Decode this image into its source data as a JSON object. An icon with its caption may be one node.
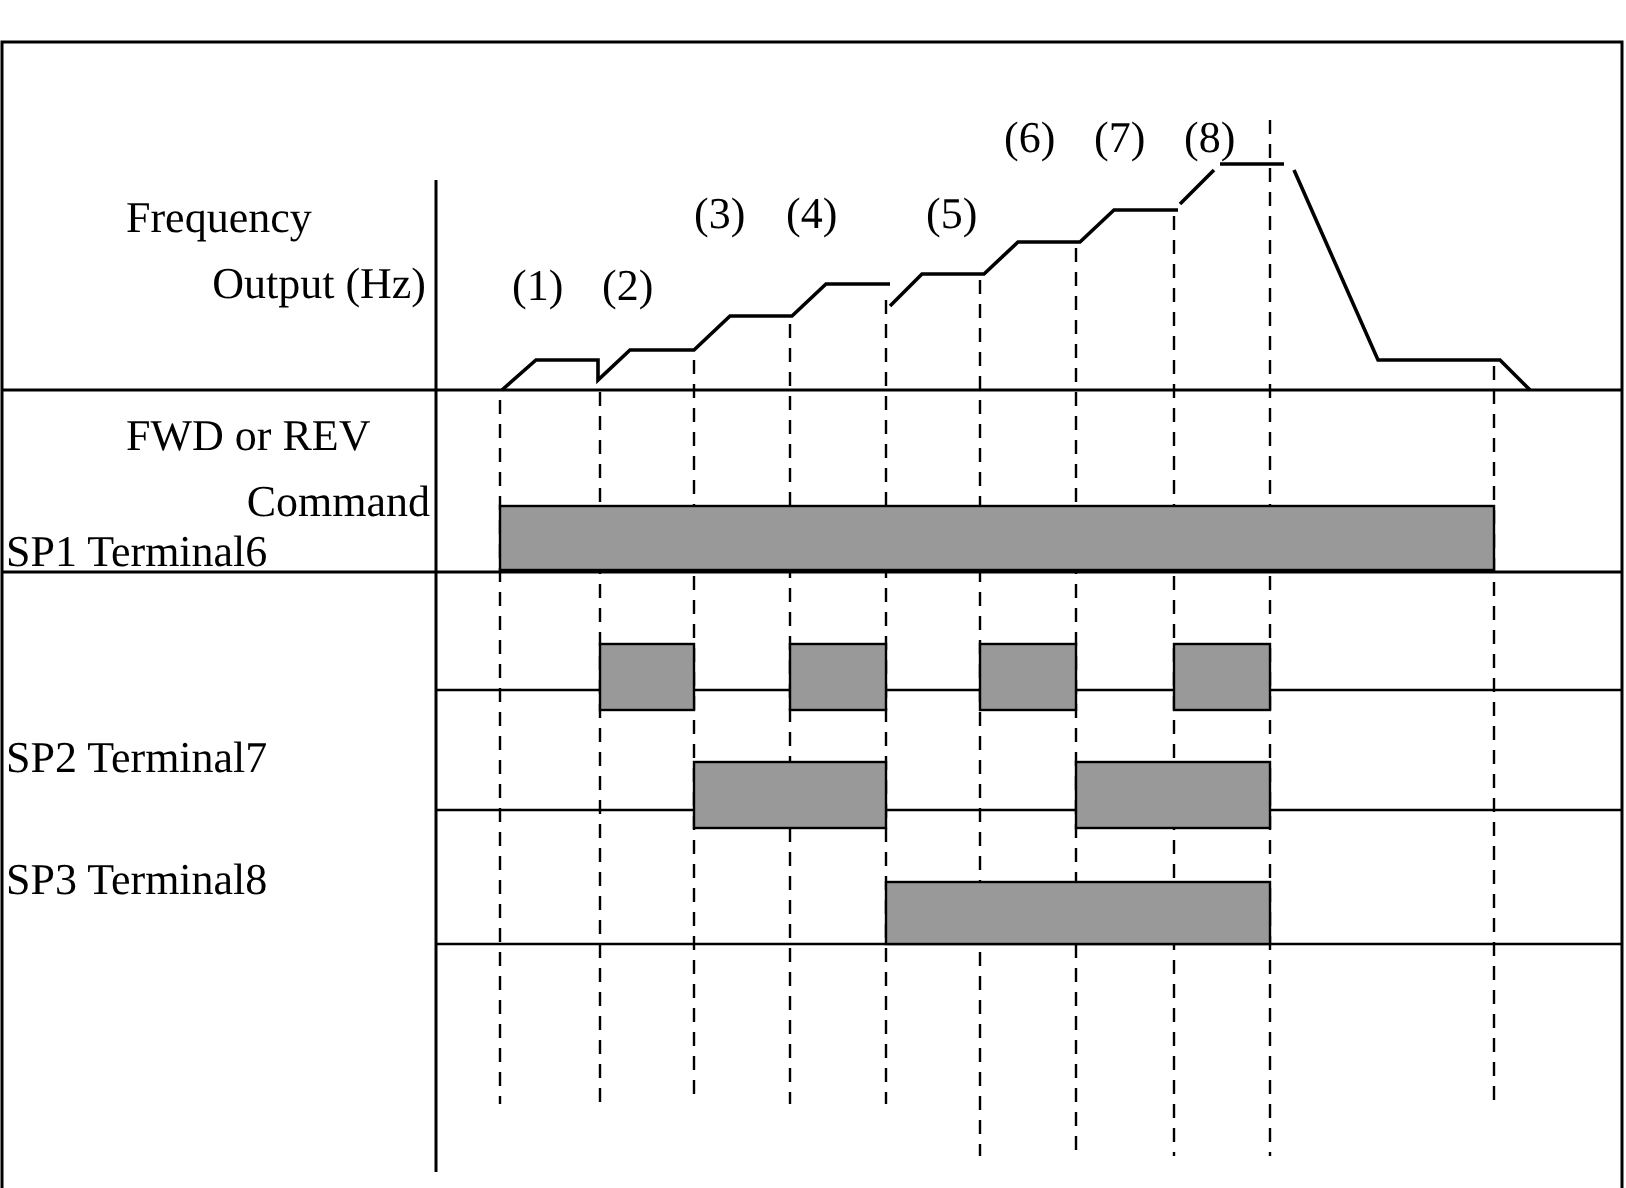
{
  "diagram": {
    "labels": [
      "Frequency Output (Hz)",
      "(1)",
      "(2)",
      "(3)",
      "(4)",
      "(5)",
      "(6)",
      "(7)",
      "(8)",
      "FWD or REV Command",
      "SP1 Terminal6",
      "SP2 Terminal7",
      "SP3 Terminal8"
    ]
  }
}
